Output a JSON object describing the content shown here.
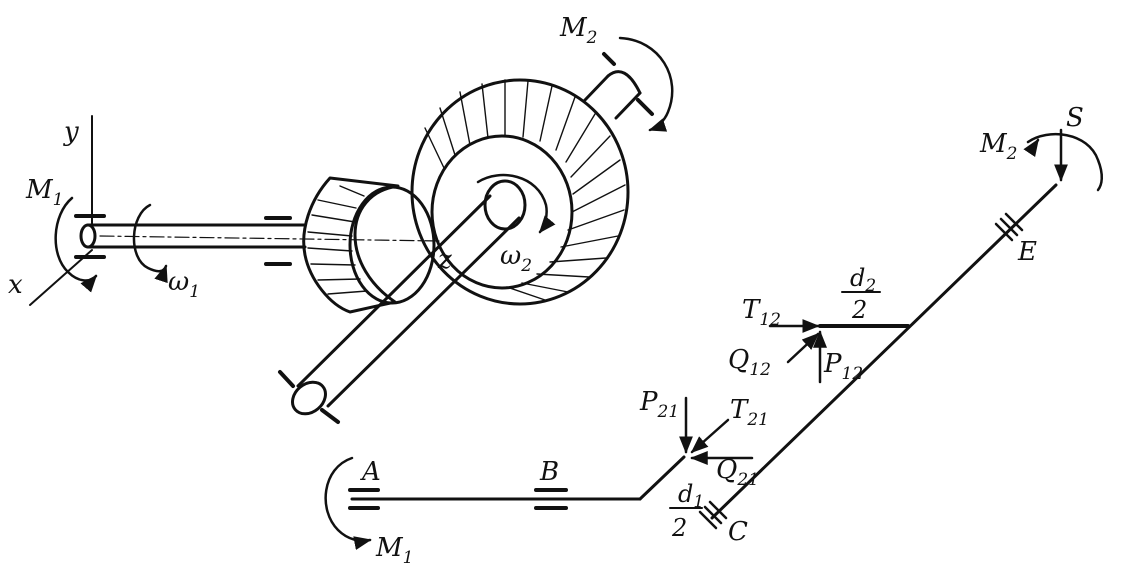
{
  "labels": {
    "y": "y",
    "x": "x",
    "z": "z",
    "m1_left": {
      "main": "M",
      "sub": "1"
    },
    "m2_top": {
      "main": "M",
      "sub": "2"
    },
    "omega1": {
      "main": "ω",
      "sub": "1"
    },
    "omega2": {
      "main": "ω",
      "sub": "2"
    },
    "S": "S",
    "m2_right": {
      "main": "M",
      "sub": "2"
    },
    "E": "E",
    "d2_num": "d",
    "d2_sub": "2",
    "d2_den": "2",
    "T12": {
      "main": "T",
      "sub": "12"
    },
    "Q12": {
      "main": "Q",
      "sub": "12"
    },
    "P12": {
      "main": "P",
      "sub": "12"
    },
    "P21": {
      "main": "P",
      "sub": "21"
    },
    "T21": {
      "main": "T",
      "sub": "21"
    },
    "Q21": {
      "main": "Q",
      "sub": "21"
    },
    "A": "A",
    "B": "B",
    "C": "C",
    "d1_num": "d",
    "d1_sub": "1",
    "d1_den": "2",
    "m1_bottom": {
      "main": "M",
      "sub": "1"
    }
  }
}
